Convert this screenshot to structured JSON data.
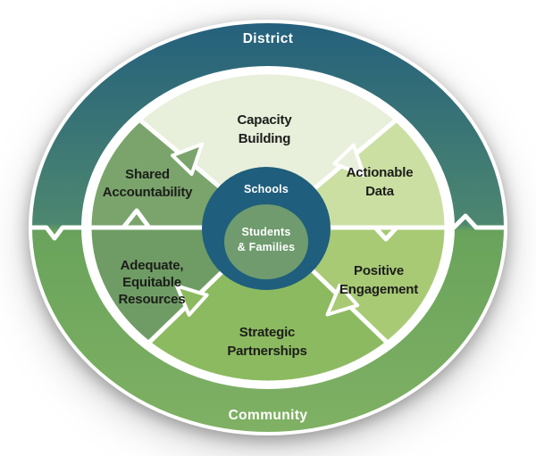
{
  "diagram": {
    "border_color": "#ffffff",
    "label_dark": "#1c1d1a",
    "label_light": "#ffffff",
    "outer": {
      "top_label": "District",
      "bottom_label": "Community",
      "top_gradient": {
        "start": "#24607c",
        "end": "#4d8770"
      },
      "bottom_gradient": {
        "start": "#69a35b",
        "end": "#80b164"
      }
    },
    "center": {
      "ring_label": "Schools",
      "ring_color": "#1f5e7d",
      "core_color": "#6f9b6e",
      "core_lines": [
        "Students",
        "& Families"
      ]
    },
    "segments": [
      {
        "id": "capacity-building",
        "lines": [
          "Capacity",
          "Building"
        ],
        "color": "#e8efdb"
      },
      {
        "id": "actionable-data",
        "lines": [
          "Actionable",
          "Data"
        ],
        "color": "#cbdfa3"
      },
      {
        "id": "positive-engagement",
        "lines": [
          "Positive",
          "Engagement"
        ],
        "color": "#a8ca74"
      },
      {
        "id": "strategic-partnerships",
        "lines": [
          "Strategic",
          "Partnerships"
        ],
        "color": "#8cba60"
      },
      {
        "id": "adequate-equitable-resources",
        "lines": [
          "Adequate,",
          "Equitable",
          "Resources"
        ],
        "color": "#6f9c64"
      },
      {
        "id": "shared-accountability",
        "lines": [
          "Shared",
          "Accountability"
        ],
        "color": "#7aa46c"
      }
    ]
  }
}
